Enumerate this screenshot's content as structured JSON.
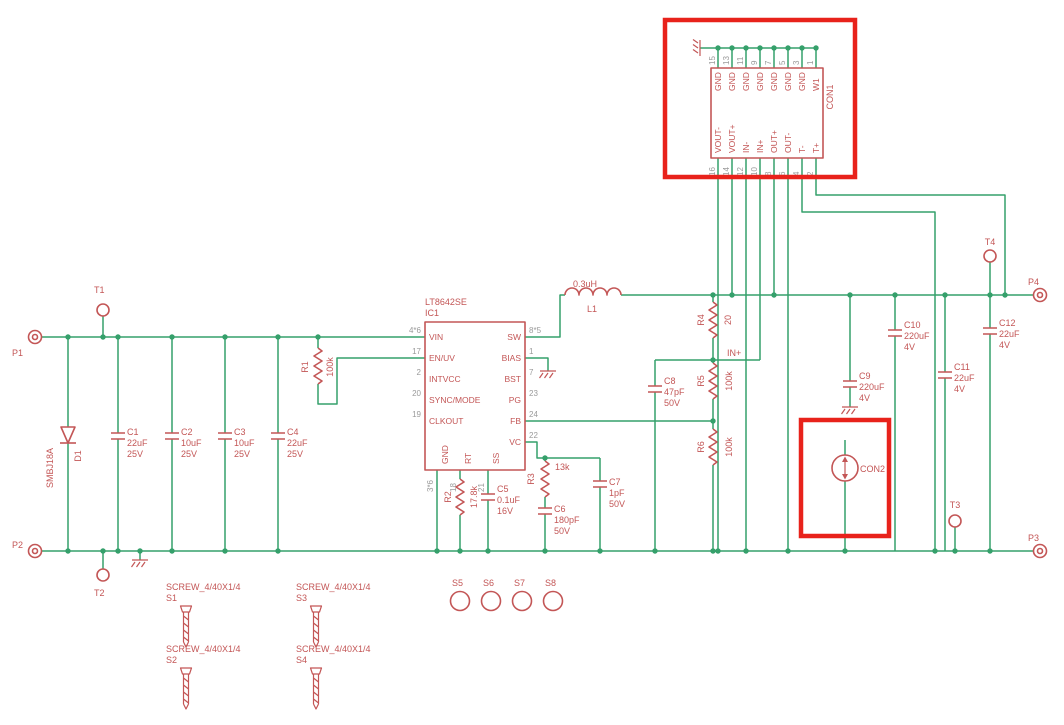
{
  "colors": {
    "wire": "#35a06b",
    "component": "#c35656",
    "highlight": "#e8221b",
    "pin_number": "#9a9a9a",
    "bg": "#ffffff"
  },
  "ic1": {
    "name": "LT8642SE",
    "ref": "IC1",
    "left_pins": [
      {
        "name": "VIN",
        "num": "4*6"
      },
      {
        "name": "EN/UV",
        "num": "17"
      },
      {
        "name": "INTVCC",
        "num": "2"
      },
      {
        "name": "SYNC/MODE",
        "num": "20"
      },
      {
        "name": "CLKOUT",
        "num": "19"
      }
    ],
    "right_pins": [
      {
        "name": "SW",
        "num": "8*5"
      },
      {
        "name": "BIAS",
        "num": "1"
      },
      {
        "name": "BST",
        "num": "7"
      },
      {
        "name": "PG",
        "num": "23"
      },
      {
        "name": "FB",
        "num": "24"
      },
      {
        "name": "VC",
        "num": "22"
      }
    ],
    "bottom_pins": [
      {
        "name": "GND",
        "num": "3*6"
      },
      {
        "name": "RT",
        "num": "18"
      },
      {
        "name": "SS",
        "num": "21"
      }
    ]
  },
  "con1": {
    "ref": "CON1",
    "top_pin_numbers": [
      "15",
      "13",
      "11",
      "9",
      "7",
      "5",
      "3",
      "1"
    ],
    "top_labels": [
      "GND",
      "GND",
      "GND",
      "GND",
      "GND",
      "GND",
      "GND",
      "W1"
    ],
    "bottom_pin_numbers": [
      "16",
      "14",
      "12",
      "10",
      "8",
      "6",
      "4",
      "2"
    ],
    "bottom_labels": [
      "VOUT-",
      "VOUT+",
      "IN-",
      "IN+",
      "OUT+",
      "OUT-",
      "T-",
      "T+"
    ]
  },
  "con2": {
    "ref": "CON2"
  },
  "inductor_l1": {
    "ref": "L1",
    "value": "0.3uH"
  },
  "diode_d1": {
    "ref": "D1",
    "value": "SMBJ18A"
  },
  "resistors": {
    "r1": {
      "ref": "R1",
      "value": "100k"
    },
    "r2": {
      "ref": "R2",
      "value": "17.8k"
    },
    "r3": {
      "ref": "R3",
      "value": "13k"
    },
    "r4": {
      "ref": "R4",
      "value": "20"
    },
    "r5": {
      "ref": "R5",
      "value": "100k"
    },
    "r6": {
      "ref": "R6",
      "value": "100k"
    }
  },
  "capacitors": {
    "c1": {
      "ref": "C1",
      "value": "22uF",
      "voltage": "25V"
    },
    "c2": {
      "ref": "C2",
      "value": "10uF",
      "voltage": "25V"
    },
    "c3": {
      "ref": "C3",
      "value": "10uF",
      "voltage": "25V"
    },
    "c4": {
      "ref": "C4",
      "value": "22uF",
      "voltage": "25V"
    },
    "c5": {
      "ref": "C5",
      "value": "0.1uF",
      "voltage": "16V"
    },
    "c6": {
      "ref": "C6",
      "value": "180pF",
      "voltage": "50V"
    },
    "c7": {
      "ref": "C7",
      "value": "1pF",
      "voltage": "50V"
    },
    "c8": {
      "ref": "C8",
      "value": "47pF",
      "voltage": "50V"
    },
    "c9": {
      "ref": "C9",
      "value": "220uF",
      "voltage": "4V"
    },
    "c10": {
      "ref": "C10",
      "value": "220uF",
      "voltage": "4V"
    },
    "c11": {
      "ref": "C11",
      "value": "22uF",
      "voltage": "4V"
    },
    "c12": {
      "ref": "C12",
      "value": "22uF",
      "voltage": "4V"
    }
  },
  "ports": {
    "p1": "P1",
    "p2": "P2",
    "p3": "P3",
    "p4": "P4"
  },
  "test_points": {
    "t1": "T1",
    "t2": "T2",
    "t3": "T3",
    "t4": "T4"
  },
  "screws": {
    "s1": {
      "ref": "S1",
      "value": "SCREW_4/40X1/4"
    },
    "s2": {
      "ref": "S2",
      "value": "SCREW_4/40X1/4"
    },
    "s3": {
      "ref": "S3",
      "value": "SCREW_4/40X1/4"
    },
    "s4": {
      "ref": "S4",
      "value": "SCREW_4/40X1/4"
    }
  },
  "mount_holes": {
    "s5": "S5",
    "s6": "S6",
    "s7": "S7",
    "s8": "S8"
  },
  "net_labels": {
    "in_plus": "IN+"
  }
}
